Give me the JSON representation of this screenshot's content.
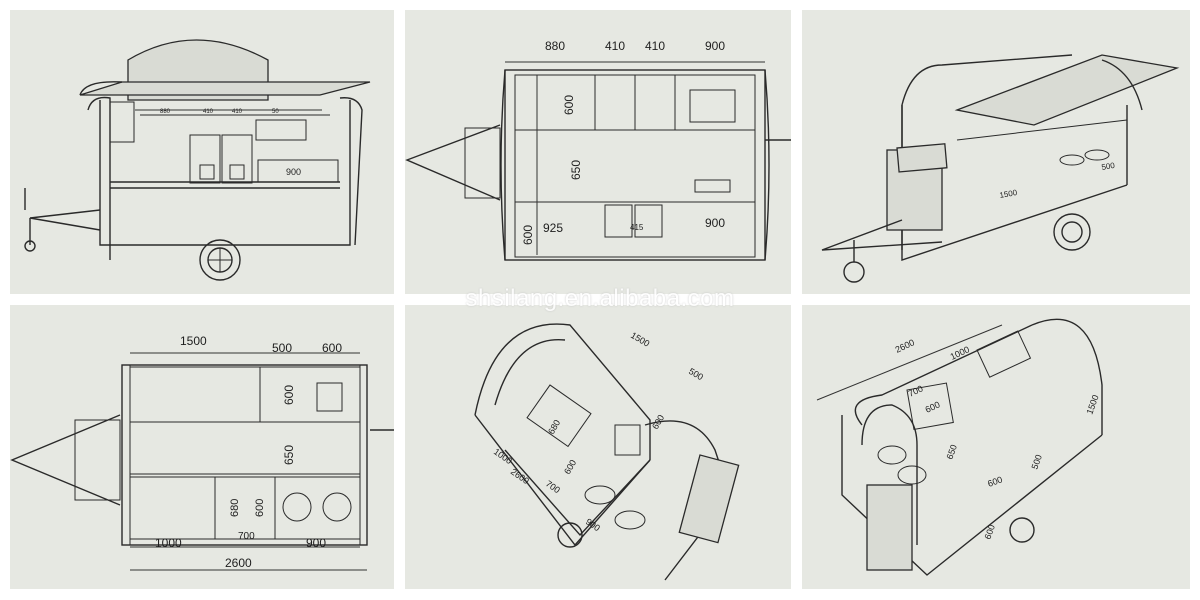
{
  "watermark": "shsilang.en.alibaba.com",
  "panels": {
    "front_view": {
      "top_dims": [
        "880",
        "410",
        "410",
        "50"
      ],
      "counter_dim": "900"
    },
    "top_plan": {
      "top_dims": [
        "880",
        "410",
        "410",
        "900"
      ],
      "side_dims": [
        "600",
        "650",
        "600"
      ],
      "bottom_dims": [
        "925",
        "900"
      ],
      "mid_dim": "415"
    },
    "rear_view": {
      "dims": [
        "1500",
        "500"
      ]
    },
    "floor_plan": {
      "top_dims": [
        "1500",
        "500",
        "600"
      ],
      "side_dims": [
        "600",
        "650"
      ],
      "lower_dims": [
        "680",
        "600",
        "700"
      ],
      "bottom_dims": [
        "1000",
        "900"
      ],
      "total_length": "2600"
    },
    "iso_left": {
      "dims": [
        "1500",
        "500",
        "600",
        "680",
        "1000",
        "2600",
        "700",
        "600",
        "900"
      ]
    },
    "iso_right": {
      "dims": [
        "2600",
        "1000",
        "700",
        "600",
        "650",
        "500",
        "600",
        "600",
        "1500"
      ]
    }
  }
}
